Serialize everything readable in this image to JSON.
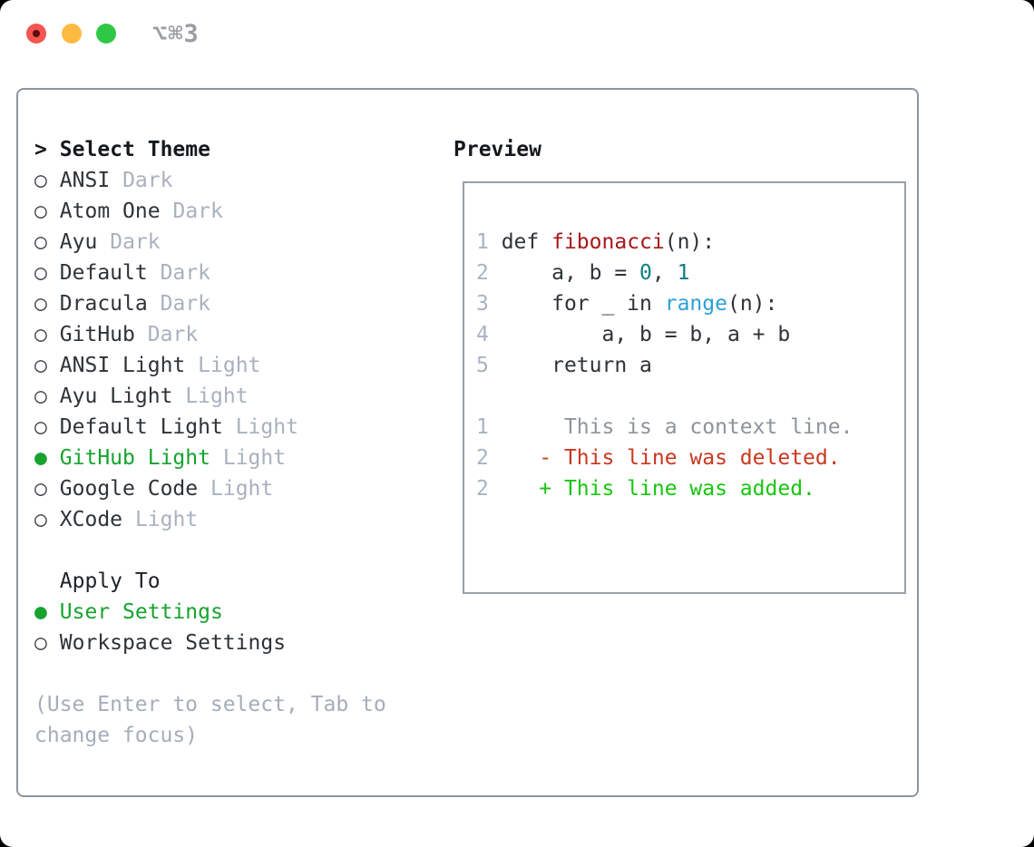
{
  "window": {
    "title": "⌥⌘3",
    "traffic_lights": [
      "close",
      "minimize",
      "zoom"
    ]
  },
  "theme_picker": {
    "header_marker": ">",
    "header": "Select Theme",
    "unselected_marker": "○",
    "selected_marker": "●",
    "themes": [
      {
        "name": "ANSI",
        "variant": "Dark",
        "selected": false
      },
      {
        "name": "Atom One",
        "variant": "Dark",
        "selected": false
      },
      {
        "name": "Ayu",
        "variant": "Dark",
        "selected": false
      },
      {
        "name": "Default",
        "variant": "Dark",
        "selected": false
      },
      {
        "name": "Dracula",
        "variant": "Dark",
        "selected": false
      },
      {
        "name": "GitHub",
        "variant": "Dark",
        "selected": false
      },
      {
        "name": "ANSI Light",
        "variant": "Light",
        "selected": false
      },
      {
        "name": "Ayu Light",
        "variant": "Light",
        "selected": false
      },
      {
        "name": "Default Light",
        "variant": "Light",
        "selected": false
      },
      {
        "name": "GitHub Light",
        "variant": "Light",
        "selected": true
      },
      {
        "name": "Google Code",
        "variant": "Light",
        "selected": false
      },
      {
        "name": "XCode",
        "variant": "Light",
        "selected": false
      }
    ]
  },
  "apply_to": {
    "header": "Apply To",
    "options": [
      {
        "label": "User Settings",
        "selected": true
      },
      {
        "label": "Workspace Settings",
        "selected": false
      }
    ]
  },
  "help": {
    "line1": "(Use Enter to select, Tab to",
    "line2": "change focus)"
  },
  "preview": {
    "header": "Preview",
    "line1": {
      "num": "1",
      "a": " def ",
      "b": "fibonacci",
      "c": "(n):"
    },
    "line2": {
      "num": "2",
      "a": "     a, b = ",
      "b": "0",
      "c": ", ",
      "d": "1"
    },
    "line3": {
      "num": "3",
      "a": "     for _ in ",
      "b": "range",
      "c": "(n):"
    },
    "line4": {
      "num": "4",
      "a": "         a, b = b, a + b"
    },
    "line5": {
      "num": "5",
      "a": "     return a"
    },
    "ctx": {
      "num": "1",
      "a": "      This is a context line."
    },
    "del": {
      "num": "2",
      "a": "    ",
      "b": "- This line was deleted."
    },
    "add": {
      "num": "2",
      "a": "    ",
      "b": "+ This line was added."
    }
  },
  "colors": {
    "selection_green": "#16a32e",
    "added_green": "#17c60f",
    "deleted_red": "#c9381f",
    "function_red": "#a61717",
    "number_teal": "#0d7e84",
    "builtin_blue": "#2d9fd8",
    "muted_gray": "#a9b1bf",
    "line_number_gray": "#a8b3c2",
    "panel_border": "#8b95a1",
    "traffic_red": "#f4554e",
    "traffic_yellow": "#fcbb40",
    "traffic_green": "#2fc846"
  }
}
